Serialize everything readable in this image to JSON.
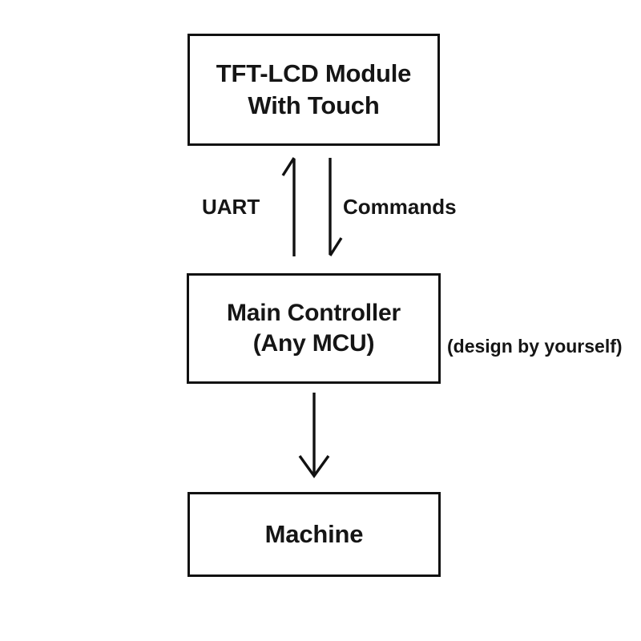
{
  "diagram": {
    "title": "TFT-LCD Module system block diagram",
    "background_color": "#ffffff",
    "stroke_color": "#111111",
    "text_color": "#151515",
    "nodes": [
      {
        "id": "lcd",
        "name": "tft-lcd-module",
        "line1": "TFT-LCD Module",
        "line2": "With Touch"
      },
      {
        "id": "controller",
        "name": "main-controller",
        "line1": "Main Controller",
        "line2": "(Any MCU)"
      },
      {
        "id": "machine",
        "name": "machine",
        "line1": "Machine",
        "line2": ""
      }
    ],
    "edges": [
      {
        "id": "uart",
        "label": "UART",
        "from": "controller",
        "to": "lcd",
        "direction": "up",
        "arrowhead": "half-left"
      },
      {
        "id": "commands",
        "label": "Commands",
        "from": "lcd",
        "to": "controller",
        "direction": "down",
        "arrowhead": "half-right"
      },
      {
        "id": "drive",
        "label": "",
        "from": "controller",
        "to": "machine",
        "direction": "down",
        "arrowhead": "open-v"
      }
    ],
    "annotations": [
      {
        "id": "design-note",
        "text": "(design by yourself)"
      }
    ]
  }
}
